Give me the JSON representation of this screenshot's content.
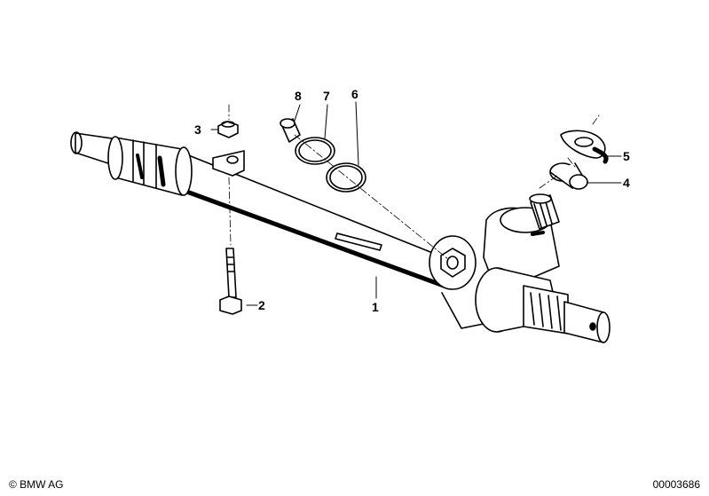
{
  "diagram": {
    "callouts": [
      {
        "id": "1",
        "label": "1"
      },
      {
        "id": "2",
        "label": "2"
      },
      {
        "id": "3",
        "label": "3"
      },
      {
        "id": "4",
        "label": "4"
      },
      {
        "id": "5",
        "label": "5"
      },
      {
        "id": "6",
        "label": "6"
      },
      {
        "id": "7",
        "label": "7"
      },
      {
        "id": "8",
        "label": "8"
      }
    ]
  },
  "footer": {
    "copyright": "© BMW AG",
    "drawing_id": "00003686"
  }
}
